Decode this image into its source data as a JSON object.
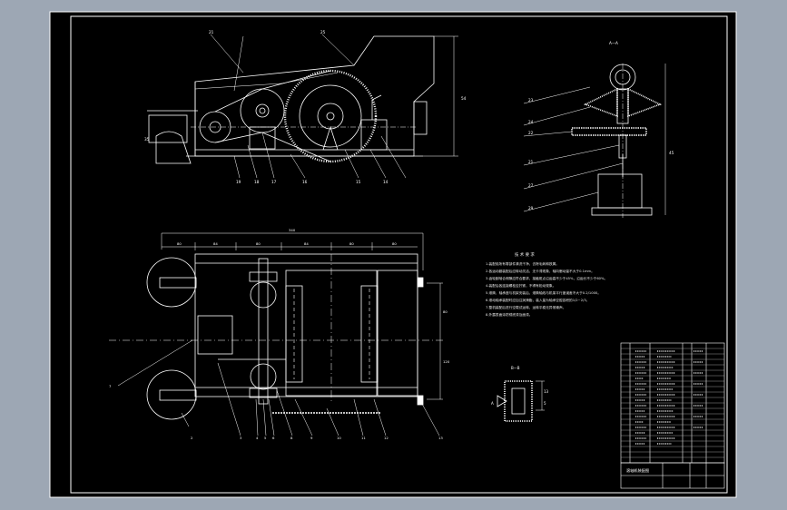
{
  "background": "#9da7b4",
  "sheet": {
    "color": "#000000",
    "line_color": "#ffffff",
    "line_color_dim": "#cfcfcf"
  },
  "front_view": {
    "balloons": [
      "21",
      "25",
      "19",
      "18",
      "17",
      "16",
      "15",
      "14"
    ],
    "dim_height": "54",
    "side_label": "35"
  },
  "section_a_a": {
    "title": "A—A",
    "balloons": [
      "23",
      "24",
      "22",
      "21",
      "27",
      "29"
    ],
    "dim": "45"
  },
  "plan_view": {
    "dim_total": "340",
    "dims_top": [
      "80",
      "84",
      "80",
      "84",
      "80",
      "80"
    ],
    "dims_right": [
      "80",
      "120"
    ],
    "balloons": [
      "1",
      "2",
      "3",
      "4",
      "5",
      "6",
      "7",
      "8",
      "9",
      "10",
      "11",
      "12",
      "13"
    ]
  },
  "section_b_b": {
    "title": "B—B",
    "dims": [
      "13",
      "5"
    ],
    "side_label": "A"
  },
  "tech_requirements": {
    "title": "技 术 要 求",
    "lines": [
      "1.装配前所有零部件清洗干净，去除毛刺和铁屑。",
      "2.各运动副装配后应转动灵活，无卡滞现象，轴向窜动量不大于0.1mm。",
      "3.齿轮副啮合侧隙应符合要求，接触斑点沿齿高不少于45%，沿齿长不少于60%。",
      "4.装配后各连接螺栓应拧紧，不得有松动现象。",
      "5.滚筒、轴承座与机架安装后，滚筒轴线与机架平行度误差不大于0.2/1000。",
      "6.滚动轴承装配时应加注润滑脂，装入量为轴承空腔容积的1/2~2/3。",
      "7.整机装配后进行空载试运转，运转平稳无异常噪声。",
      "8.外露表面涂防锈底漆及面漆。"
    ]
  },
  "title_block": {
    "drawing_title": "滚轴机装配图"
  }
}
